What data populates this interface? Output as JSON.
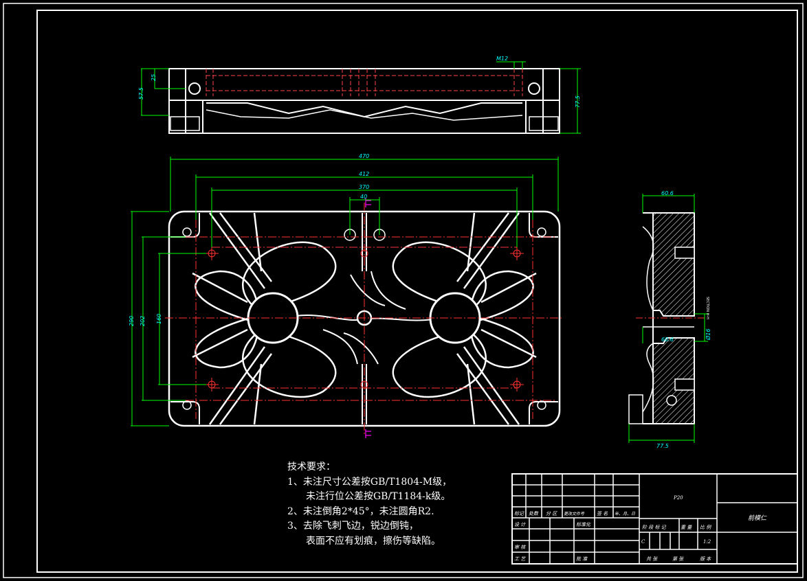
{
  "dimensions": {
    "top_width": "M12",
    "top_h1": "25",
    "top_h2": "57.5",
    "top_h3": "77.5",
    "overall_width": "470",
    "width_412": "412",
    "width_370": "370",
    "width_40": "40",
    "overall_height": "290",
    "height_202": "202",
    "height_160": "160",
    "section_width": "60.6",
    "section_bottom": "77.5",
    "section_hole": "Ø16",
    "section_mid": "60.6",
    "section_label": "SECTION H-H"
  },
  "tech_notes": {
    "title": "技术要求：",
    "line1": "1、未注尺寸公差按GB/T1804-M级，",
    "line1b": "未注行位公差按GB/T1184-k级。",
    "line2": "2、未注倒角2*45°，未注圆角R2.",
    "line3": "3、去除飞刺飞边，锐边倒钝，",
    "line3b": "表面不应有划痕，擦伤等缺陷。"
  },
  "title_block": {
    "part_name": "前模仁",
    "material": "P20",
    "c1": "标记",
    "c2": "处数",
    "c3": "分 区",
    "c4": "更改文件号",
    "c5": "签 名",
    "c6": "年、月、日",
    "design": "设 计",
    "std": "标准化",
    "stage": "阶 段 标 记",
    "weight": "重 量",
    "scale_label": "比 例",
    "scale": "1:2",
    "review": "审 核",
    "process": "工 艺",
    "approve": "批 准",
    "total": "共 张",
    "sheet": "第 张",
    "version": "版 本",
    "mark": "C"
  },
  "colors": {
    "background": "#000000",
    "outline": "#ffffff",
    "dimension": "#00ff00",
    "dim_text": "#00ffff",
    "center": "#ff0000",
    "hidden": "#ff6666",
    "marker": "#ff00ff"
  }
}
